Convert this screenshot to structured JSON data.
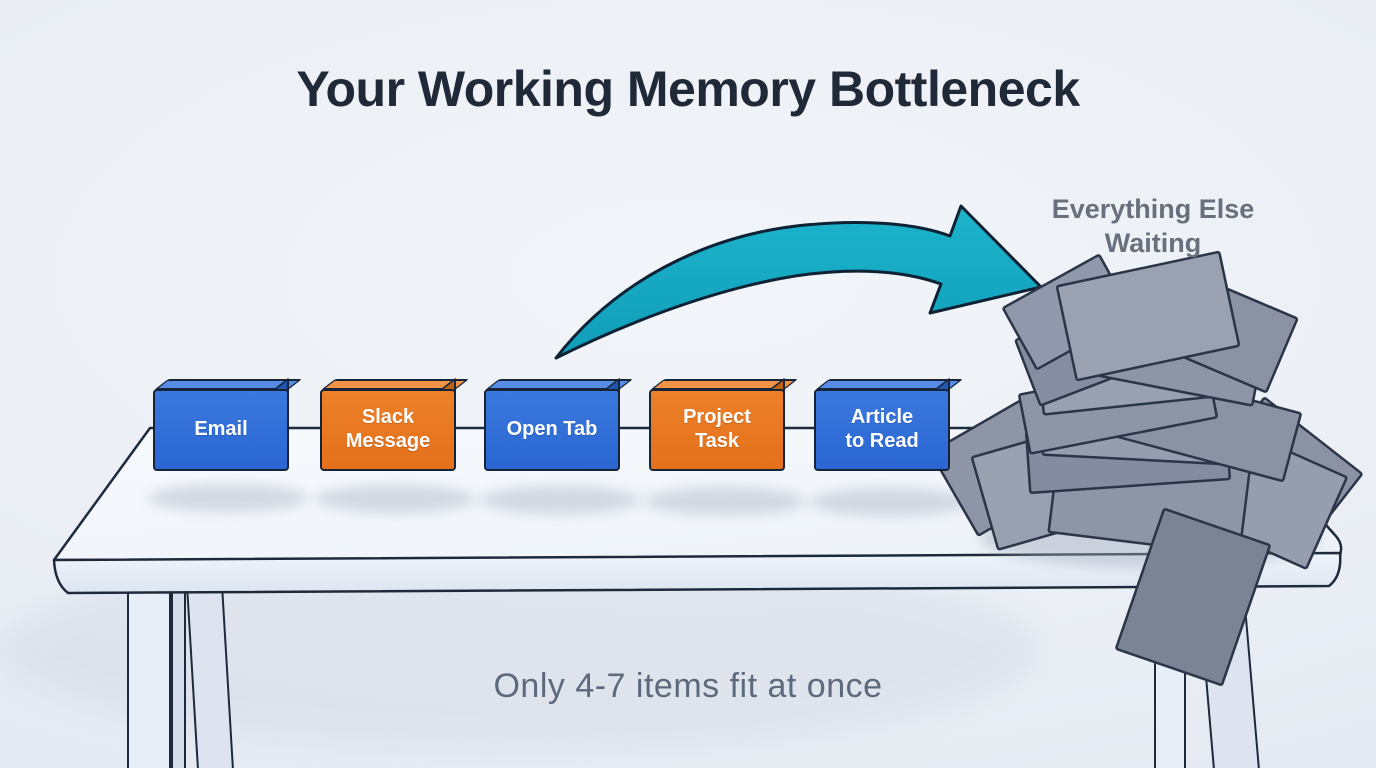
{
  "title": "Your Working Memory Bottleneck",
  "memory_slots": {
    "items": [
      {
        "label": "Email",
        "color": "#2b66d2"
      },
      {
        "label": "Slack\nMessage",
        "color": "#e4701a"
      },
      {
        "label": "Open Tab",
        "color": "#2b66d2"
      },
      {
        "label": "Project\nTask",
        "color": "#e4701a"
      },
      {
        "label": "Article\nto Read",
        "color": "#2b66d2"
      }
    ],
    "capacity_note": "Only 4-7 items fit at once"
  },
  "overflow": {
    "label": "Everything Else\nWaiting",
    "arrow_color": "#16a9c2",
    "paper_color": "#8f97a8"
  },
  "colors": {
    "background": "#eef1f6",
    "title_text": "#1f2937",
    "muted_text": "#5d6a7e",
    "outline": "#1d2a3c",
    "desk_surface": "#f4f7fb"
  }
}
